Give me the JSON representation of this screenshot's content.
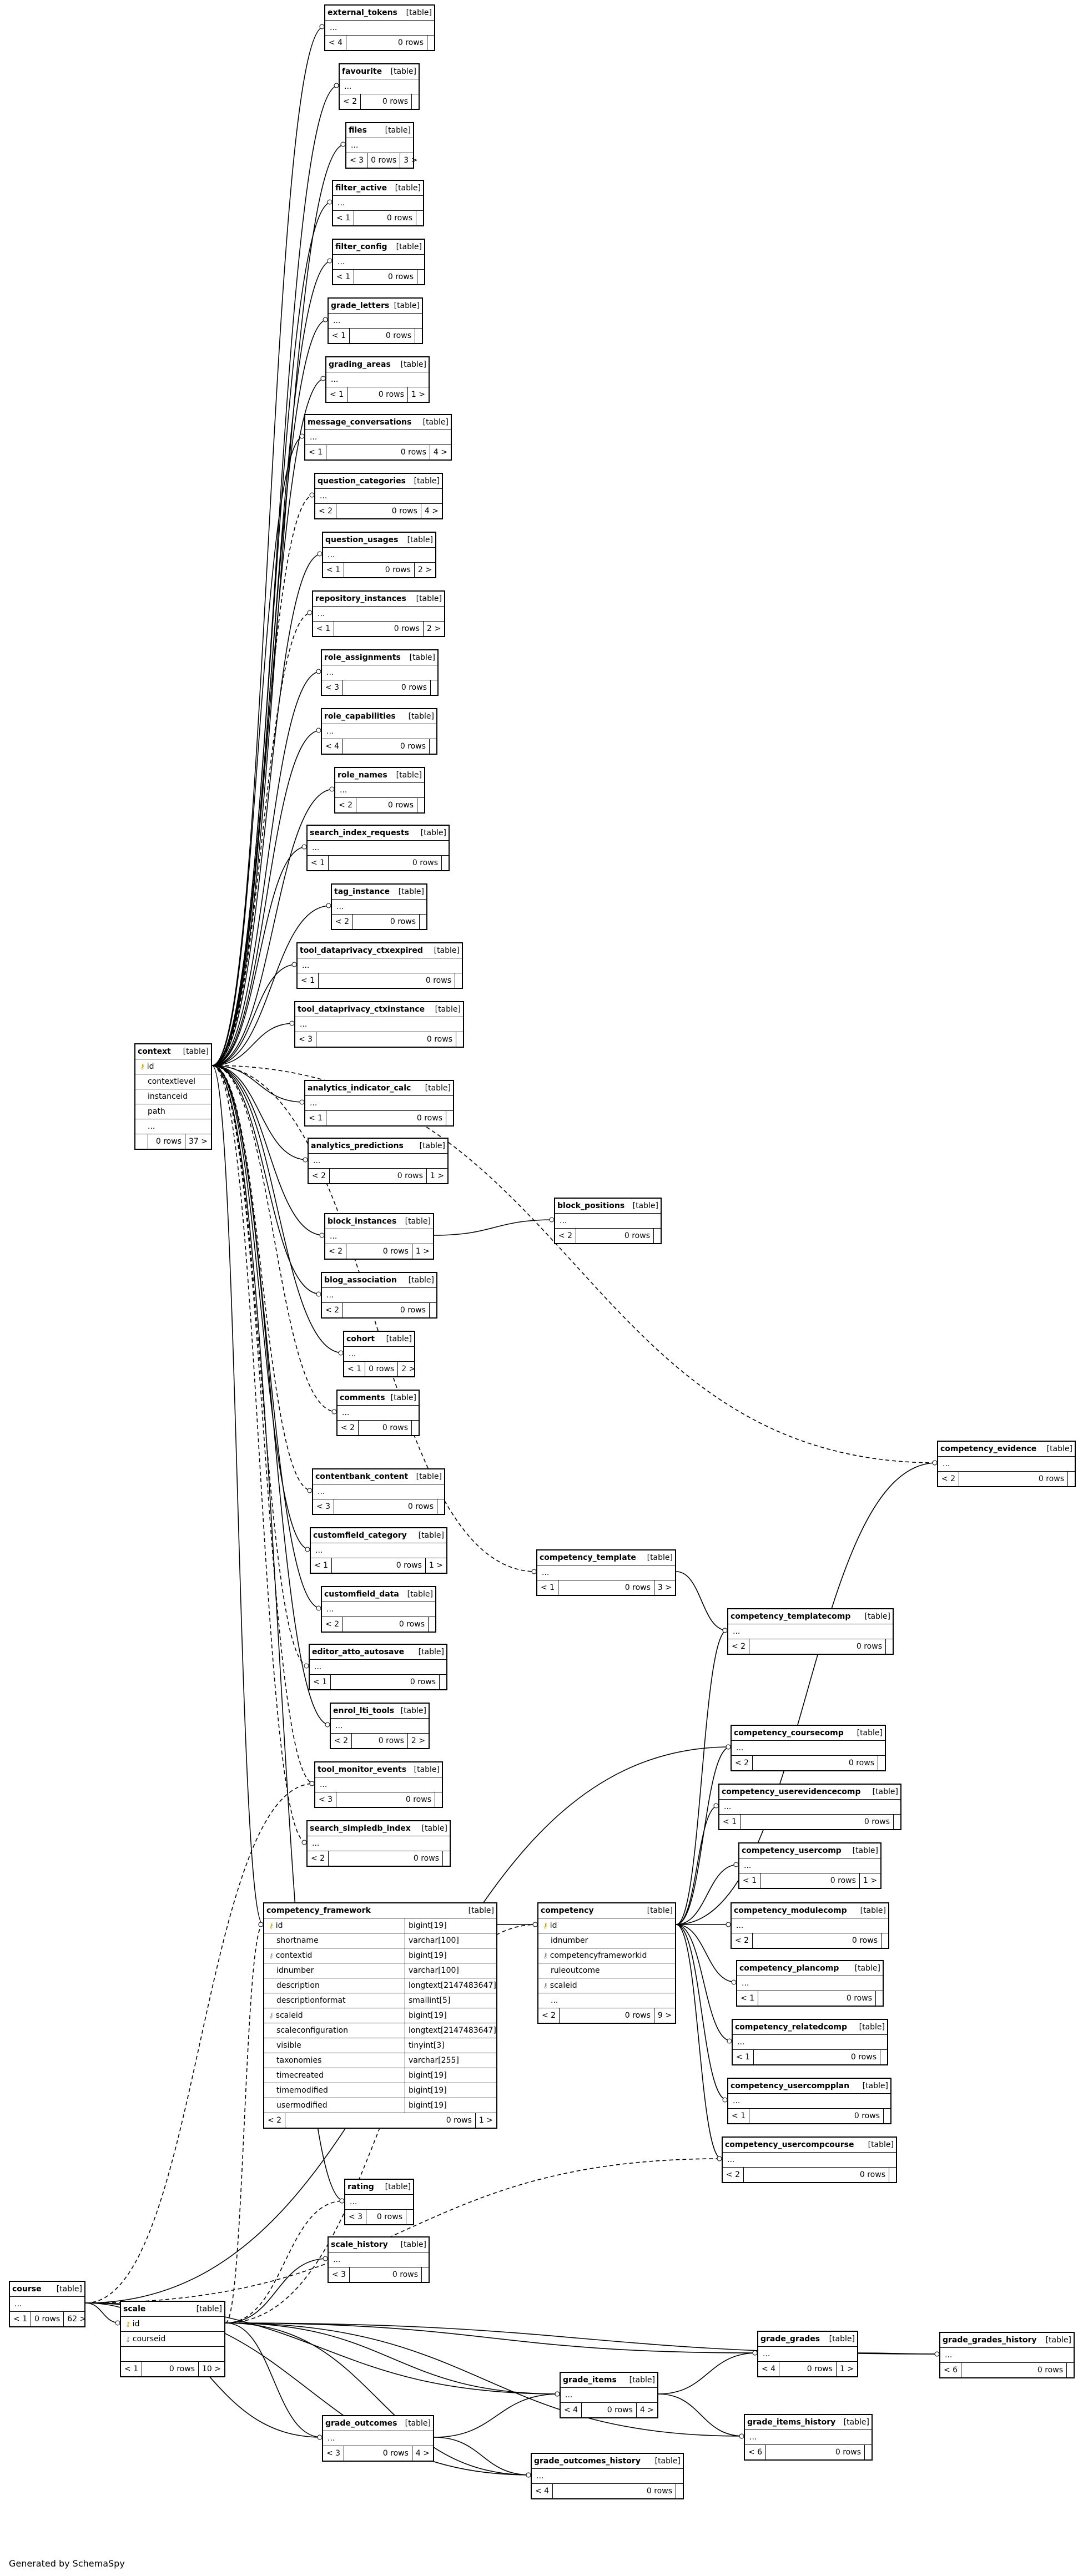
{
  "generated_by": "Generated by SchemaSpy",
  "tables": [
    {
      "id": "external_tokens",
      "name": "external_tokens",
      "kind": "[table]",
      "rows_label": "0 rows",
      "left": "< 4",
      "right": ""
    },
    {
      "id": "favourite",
      "name": "favourite",
      "kind": "[table]",
      "rows_label": "0 rows",
      "left": "< 2",
      "right": ""
    },
    {
      "id": "files",
      "name": "files",
      "kind": "[table]",
      "rows_label": "0 rows",
      "left": "< 3",
      "right": "3 >"
    },
    {
      "id": "filter_active",
      "name": "filter_active",
      "kind": "[table]",
      "rows_label": "0 rows",
      "left": "< 1",
      "right": ""
    },
    {
      "id": "filter_config",
      "name": "filter_config",
      "kind": "[table]",
      "rows_label": "0 rows",
      "left": "< 1",
      "right": ""
    },
    {
      "id": "grade_letters",
      "name": "grade_letters",
      "kind": "[table]",
      "rows_label": "0 rows",
      "left": "< 1",
      "right": ""
    },
    {
      "id": "grading_areas",
      "name": "grading_areas",
      "kind": "[table]",
      "rows_label": "0 rows",
      "left": "< 1",
      "right": "1 >"
    },
    {
      "id": "message_conversations",
      "name": "message_conversations",
      "kind": "[table]",
      "rows_label": "0 rows",
      "left": "< 1",
      "right": "4 >"
    },
    {
      "id": "question_categories",
      "name": "question_categories",
      "kind": "[table]",
      "rows_label": "0 rows",
      "left": "< 2",
      "right": "4 >"
    },
    {
      "id": "question_usages",
      "name": "question_usages",
      "kind": "[table]",
      "rows_label": "0 rows",
      "left": "< 1",
      "right": "2 >"
    },
    {
      "id": "repository_instances",
      "name": "repository_instances",
      "kind": "[table]",
      "rows_label": "0 rows",
      "left": "< 1",
      "right": "2 >"
    },
    {
      "id": "role_assignments",
      "name": "role_assignments",
      "kind": "[table]",
      "rows_label": "0 rows",
      "left": "< 3",
      "right": ""
    },
    {
      "id": "role_capabilities",
      "name": "role_capabilities",
      "kind": "[table]",
      "rows_label": "0 rows",
      "left": "< 4",
      "right": ""
    },
    {
      "id": "role_names",
      "name": "role_names",
      "kind": "[table]",
      "rows_label": "0 rows",
      "left": "< 2",
      "right": ""
    },
    {
      "id": "search_index_requests",
      "name": "search_index_requests",
      "kind": "[table]",
      "rows_label": "0 rows",
      "left": "< 1",
      "right": ""
    },
    {
      "id": "tag_instance",
      "name": "tag_instance",
      "kind": "[table]",
      "rows_label": "0 rows",
      "left": "< 2",
      "right": ""
    },
    {
      "id": "tool_dataprivacy_ctxexpired",
      "name": "tool_dataprivacy_ctxexpired",
      "kind": "[table]",
      "rows_label": "0 rows",
      "left": "< 1",
      "right": ""
    },
    {
      "id": "tool_dataprivacy_ctxinstance",
      "name": "tool_dataprivacy_ctxinstance",
      "kind": "[table]",
      "rows_label": "0 rows",
      "left": "< 3",
      "right": ""
    },
    {
      "id": "analytics_indicator_calc",
      "name": "analytics_indicator_calc",
      "kind": "[table]",
      "rows_label": "0 rows",
      "left": "< 1",
      "right": ""
    },
    {
      "id": "analytics_predictions",
      "name": "analytics_predictions",
      "kind": "[table]",
      "rows_label": "0 rows",
      "left": "< 2",
      "right": "1 >"
    },
    {
      "id": "block_instances",
      "name": "block_instances",
      "kind": "[table]",
      "rows_label": "0 rows",
      "left": "< 2",
      "right": "1 >"
    },
    {
      "id": "block_positions",
      "name": "block_positions",
      "kind": "[table]",
      "rows_label": "0 rows",
      "left": "< 2",
      "right": ""
    },
    {
      "id": "blog_association",
      "name": "blog_association",
      "kind": "[table]",
      "rows_label": "0 rows",
      "left": "< 2",
      "right": ""
    },
    {
      "id": "cohort",
      "name": "cohort",
      "kind": "[table]",
      "rows_label": "0 rows",
      "left": "< 1",
      "right": "2 >"
    },
    {
      "id": "comments",
      "name": "comments",
      "kind": "[table]",
      "rows_label": "0 rows",
      "left": "< 2",
      "right": ""
    },
    {
      "id": "contentbank_content",
      "name": "contentbank_content",
      "kind": "[table]",
      "rows_label": "0 rows",
      "left": "< 3",
      "right": ""
    },
    {
      "id": "customfield_category",
      "name": "customfield_category",
      "kind": "[table]",
      "rows_label": "0 rows",
      "left": "< 1",
      "right": "1 >"
    },
    {
      "id": "customfield_data",
      "name": "customfield_data",
      "kind": "[table]",
      "rows_label": "0 rows",
      "left": "< 2",
      "right": ""
    },
    {
      "id": "editor_atto_autosave",
      "name": "editor_atto_autosave",
      "kind": "[table]",
      "rows_label": "0 rows",
      "left": "< 1",
      "right": ""
    },
    {
      "id": "enrol_lti_tools",
      "name": "enrol_lti_tools",
      "kind": "[table]",
      "rows_label": "0 rows",
      "left": "< 2",
      "right": "2 >"
    },
    {
      "id": "tool_monitor_events",
      "name": "tool_monitor_events",
      "kind": "[table]",
      "rows_label": "0 rows",
      "left": "< 3",
      "right": ""
    },
    {
      "id": "search_simpledb_index",
      "name": "search_simpledb_index",
      "kind": "[table]",
      "rows_label": "0 rows",
      "left": "< 2",
      "right": ""
    },
    {
      "id": "competency_evidence",
      "name": "competency_evidence",
      "kind": "[table]",
      "rows_label": "0 rows",
      "left": "< 2",
      "right": ""
    },
    {
      "id": "competency_template",
      "name": "competency_template",
      "kind": "[table]",
      "rows_label": "0 rows",
      "left": "< 1",
      "right": "3 >"
    },
    {
      "id": "competency_templatecomp",
      "name": "competency_templatecomp",
      "kind": "[table]",
      "rows_label": "0 rows",
      "left": "< 2",
      "right": ""
    },
    {
      "id": "competency_coursecomp",
      "name": "competency_coursecomp",
      "kind": "[table]",
      "rows_label": "0 rows",
      "left": "< 2",
      "right": ""
    },
    {
      "id": "competency_userevidencecomp",
      "name": "competency_userevidencecomp",
      "kind": "[table]",
      "rows_label": "0 rows",
      "left": "< 1",
      "right": ""
    },
    {
      "id": "competency_usercomp",
      "name": "competency_usercomp",
      "kind": "[table]",
      "rows_label": "0 rows",
      "left": "< 1",
      "right": "1 >"
    },
    {
      "id": "competency_modulecomp",
      "name": "competency_modulecomp",
      "kind": "[table]",
      "rows_label": "0 rows",
      "left": "< 2",
      "right": ""
    },
    {
      "id": "competency_plancomp",
      "name": "competency_plancomp",
      "kind": "[table]",
      "rows_label": "0 rows",
      "left": "< 1",
      "right": ""
    },
    {
      "id": "competency_relatedcomp",
      "name": "competency_relatedcomp",
      "kind": "[table]",
      "rows_label": "0 rows",
      "left": "< 1",
      "right": ""
    },
    {
      "id": "competency_usercompplan",
      "name": "competency_usercompplan",
      "kind": "[table]",
      "rows_label": "0 rows",
      "left": "< 1",
      "right": ""
    },
    {
      "id": "competency_usercompcourse",
      "name": "competency_usercompcourse",
      "kind": "[table]",
      "rows_label": "0 rows",
      "left": "< 2",
      "right": ""
    },
    {
      "id": "rating",
      "name": "rating",
      "kind": "[table]",
      "rows_label": "0 rows",
      "left": "< 3",
      "right": ""
    },
    {
      "id": "scale_history",
      "name": "scale_history",
      "kind": "[table]",
      "rows_label": "0 rows",
      "left": "< 3",
      "right": ""
    },
    {
      "id": "grade_grades",
      "name": "grade_grades",
      "kind": "[table]",
      "rows_label": "0 rows",
      "left": "< 4",
      "right": "1 >"
    },
    {
      "id": "grade_grades_history",
      "name": "grade_grades_history",
      "kind": "[table]",
      "rows_label": "0 rows",
      "left": "< 6",
      "right": ""
    },
    {
      "id": "grade_items",
      "name": "grade_items",
      "kind": "[table]",
      "rows_label": "0 rows",
      "left": "< 4",
      "right": "4 >"
    },
    {
      "id": "grade_items_history",
      "name": "grade_items_history",
      "kind": "[table]",
      "rows_label": "0 rows",
      "left": "< 6",
      "right": ""
    },
    {
      "id": "grade_outcomes",
      "name": "grade_outcomes",
      "kind": "[table]",
      "rows_label": "0 rows",
      "left": "< 3",
      "right": "4 >"
    },
    {
      "id": "grade_outcomes_history",
      "name": "grade_outcomes_history",
      "kind": "[table]",
      "rows_label": "0 rows",
      "left": "< 4",
      "right": ""
    }
  ],
  "context": {
    "name": "context",
    "kind": "[table]",
    "columns": [
      {
        "n": "id",
        "pk": true
      },
      {
        "n": "contextlevel"
      },
      {
        "n": "instanceid"
      },
      {
        "n": "path"
      },
      {
        "n": "..."
      }
    ],
    "rows_label": "0 rows",
    "left": "",
    "right": "37 >"
  },
  "course": {
    "name": "course",
    "kind": "[table]",
    "rows_label": "0 rows",
    "left": "< 1",
    "right": "62 >"
  },
  "scale": {
    "name": "scale",
    "kind": "[table]",
    "columns": [
      {
        "n": "id",
        "pk": true
      },
      {
        "n": "courseid",
        "fk": true
      }
    ],
    "rows_label": "0 rows",
    "left": "< 1",
    "right": "10 >"
  },
  "competency_framework": {
    "name": "competency_framework",
    "kind": "[table]",
    "columns": [
      {
        "n": "id",
        "t": "bigint[19]",
        "pk": true
      },
      {
        "n": "shortname",
        "t": "varchar[100]"
      },
      {
        "n": "contextid",
        "t": "bigint[19]",
        "fk": true
      },
      {
        "n": "idnumber",
        "t": "varchar[100]"
      },
      {
        "n": "description",
        "t": "longtext[2147483647]"
      },
      {
        "n": "descriptionformat",
        "t": "smallint[5]"
      },
      {
        "n": "scaleid",
        "t": "bigint[19]",
        "fk": true
      },
      {
        "n": "scaleconfiguration",
        "t": "longtext[2147483647]"
      },
      {
        "n": "visible",
        "t": "tinyint[3]"
      },
      {
        "n": "taxonomies",
        "t": "varchar[255]"
      },
      {
        "n": "timecreated",
        "t": "bigint[19]"
      },
      {
        "n": "timemodified",
        "t": "bigint[19]"
      },
      {
        "n": "usermodified",
        "t": "bigint[19]"
      }
    ],
    "rows_label": "0 rows",
    "left": "< 2",
    "right": "1 >"
  },
  "competency": {
    "name": "competency",
    "kind": "[table]",
    "columns": [
      {
        "n": "id",
        "pk": true
      },
      {
        "n": "idnumber"
      },
      {
        "n": "competencyframeworkid",
        "fk": true
      },
      {
        "n": "ruleoutcome"
      },
      {
        "n": "scaleid",
        "fk": true
      },
      {
        "n": "..."
      }
    ],
    "rows_label": "0 rows",
    "left": "< 2",
    "right": "9 >"
  }
}
